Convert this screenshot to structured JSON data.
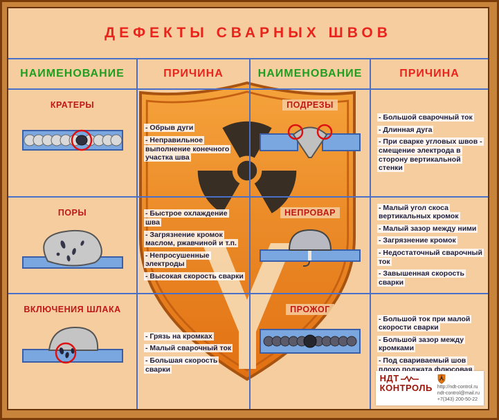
{
  "title": "ДЕФЕКТЫ СВАРНЫХ ШВОВ",
  "headers": {
    "name_left": "НАИМЕНОВАНИЕ",
    "cause_left": "ПРИЧИНА",
    "name_right": "НАИМЕНОВАНИЕ",
    "cause_right": "ПРИЧИНА"
  },
  "defects": {
    "kratery": {
      "name": "КРАТЕРЫ",
      "causes": [
        "- Обрыв дуги",
        "- Неправильное выполнение конечного участка шва"
      ]
    },
    "podrezy": {
      "name": "ПОДРЕЗЫ",
      "causes": [
        "- Большой сварочный ток",
        "- Длинная дуга",
        "- При сварке угловых швов - смещение электрода в сторону вертикальной стенки"
      ]
    },
    "pory": {
      "name": "ПОРЫ",
      "causes": [
        "- Быстрое охлаждение шва",
        "- Загрязнение кромок маслом, ржавчиной и т.п.",
        "- Непросушенные электроды",
        "- Высокая скорость сварки"
      ]
    },
    "neprovar": {
      "name": "НЕПРОВАР",
      "causes": [
        "- Малый угол скоса вертикальных кромок",
        "- Малый зазор между ними",
        "- Загрязнение кромок",
        "- Недостаточный сварочный ток",
        "- Завышенная скорость сварки"
      ]
    },
    "shlak": {
      "name": "ВКЛЮЧЕНИЯ ШЛАКА",
      "causes": [
        "- Грязь на кромках",
        "- Малый сварочный ток",
        "- Большая скорость сварки"
      ]
    },
    "prozhog": {
      "name": "ПРОЖОГ",
      "causes": [
        "- Большой ток при малой скорости сварки",
        "- Большой зазор между кромками",
        "- Под свариваемый шов плохо поджата флюсовая подушка или медная подкладка"
      ]
    }
  },
  "footer": {
    "brand_top": "НДТ",
    "brand_bottom": "КОНТРОЛЬ",
    "site": "http://ndt-control.ru",
    "email": "ndt-control@mail.ru",
    "phone": "+7(343) 200-50-22"
  },
  "colors": {
    "accent_red": "#e8241c",
    "accent_green": "#1f9e1f",
    "table_border": "#4a6fc8",
    "shield_orange": "#e8760c",
    "plate_blue": "#7aa7e0",
    "background_peach": "#f6cd9f"
  }
}
